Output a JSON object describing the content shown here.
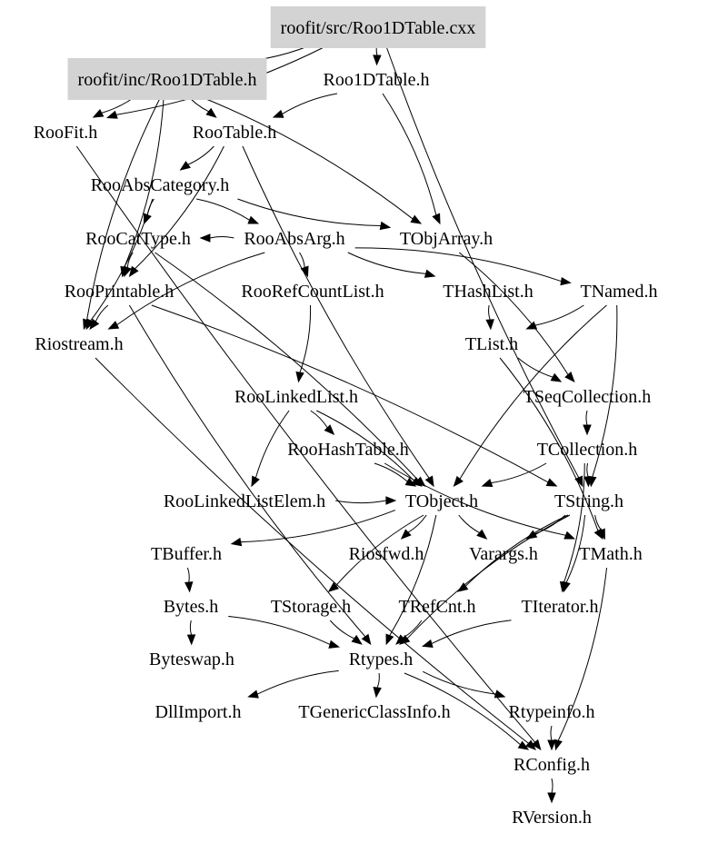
{
  "diagram": {
    "type": "include-dependency-graph",
    "root": "roofit/src/Roo1DTable.cxx",
    "nodes": [
      {
        "id": "src",
        "label": "roofit/src/Roo1DTable.cxx",
        "highlighted": true
      },
      {
        "id": "inc",
        "label": "roofit/inc/Roo1DTable.h",
        "highlighted": true
      },
      {
        "id": "roo1dtable",
        "label": "Roo1DTable.h"
      },
      {
        "id": "roofit",
        "label": "RooFit.h"
      },
      {
        "id": "rootable",
        "label": "RooTable.h"
      },
      {
        "id": "rooabscategory",
        "label": "RooAbsCategory.h"
      },
      {
        "id": "roocattype",
        "label": "RooCatType.h"
      },
      {
        "id": "rooabsarg",
        "label": "RooAbsArg.h"
      },
      {
        "id": "tobjarray",
        "label": "TObjArray.h"
      },
      {
        "id": "rooprintable",
        "label": "RooPrintable.h"
      },
      {
        "id": "roorefcountlist",
        "label": "RooRefCountList.h"
      },
      {
        "id": "thashlist",
        "label": "THashList.h"
      },
      {
        "id": "tnamed",
        "label": "TNamed.h"
      },
      {
        "id": "riostream",
        "label": "Riostream.h"
      },
      {
        "id": "tlist",
        "label": "TList.h"
      },
      {
        "id": "roolinkedlist",
        "label": "RooLinkedList.h"
      },
      {
        "id": "tseqcollection",
        "label": "TSeqCollection.h"
      },
      {
        "id": "roohashtable",
        "label": "RooHashTable.h"
      },
      {
        "id": "tcollection",
        "label": "TCollection.h"
      },
      {
        "id": "roolinkedlistelem",
        "label": "RooLinkedListElem.h"
      },
      {
        "id": "tobject",
        "label": "TObject.h"
      },
      {
        "id": "tstring",
        "label": "TString.h"
      },
      {
        "id": "tbuffer",
        "label": "TBuffer.h"
      },
      {
        "id": "riosfwd",
        "label": "Riosfwd.h"
      },
      {
        "id": "varargs",
        "label": "Varargs.h"
      },
      {
        "id": "tmath",
        "label": "TMath.h"
      },
      {
        "id": "bytes",
        "label": "Bytes.h"
      },
      {
        "id": "tstorage",
        "label": "TStorage.h"
      },
      {
        "id": "trefcnt",
        "label": "TRefCnt.h"
      },
      {
        "id": "titerator",
        "label": "TIterator.h"
      },
      {
        "id": "byteswap",
        "label": "Byteswap.h"
      },
      {
        "id": "rtypes",
        "label": "Rtypes.h"
      },
      {
        "id": "dllimport",
        "label": "DllImport.h"
      },
      {
        "id": "tgenericclassinfo",
        "label": "TGenericClassInfo.h"
      },
      {
        "id": "rtypeinfo",
        "label": "Rtypeinfo.h"
      },
      {
        "id": "rconfig",
        "label": "RConfig.h"
      },
      {
        "id": "rversion",
        "label": "RVersion.h"
      }
    ],
    "edges": [
      {
        "from": "src",
        "to": "inc"
      },
      {
        "from": "src",
        "to": "roo1dtable"
      },
      {
        "from": "src",
        "to": "roofit"
      },
      {
        "from": "src",
        "to": "tstring"
      },
      {
        "from": "inc",
        "to": "roofit"
      },
      {
        "from": "inc",
        "to": "rootable"
      },
      {
        "from": "inc",
        "to": "rooprintable"
      },
      {
        "from": "inc",
        "to": "riostream"
      },
      {
        "from": "inc",
        "to": "tobjarray"
      },
      {
        "from": "roo1dtable",
        "to": "rootable"
      },
      {
        "from": "roo1dtable",
        "to": "tobjarray"
      },
      {
        "from": "roofit",
        "to": "rconfig"
      },
      {
        "from": "rootable",
        "to": "rooabscategory"
      },
      {
        "from": "rootable",
        "to": "tobject"
      },
      {
        "from": "rootable",
        "to": "rooprintable"
      },
      {
        "from": "rooabscategory",
        "to": "roocattype"
      },
      {
        "from": "rooabscategory",
        "to": "rooabsarg"
      },
      {
        "from": "rooabscategory",
        "to": "tobjarray"
      },
      {
        "from": "rooabscategory",
        "to": "riostream"
      },
      {
        "from": "roocattype",
        "to": "rooprintable"
      },
      {
        "from": "roocattype",
        "to": "tobject"
      },
      {
        "from": "rooabsarg",
        "to": "roocattype"
      },
      {
        "from": "rooabsarg",
        "to": "roorefcountlist"
      },
      {
        "from": "rooabsarg",
        "to": "thashlist"
      },
      {
        "from": "rooabsarg",
        "to": "tnamed"
      },
      {
        "from": "rooabsarg",
        "to": "riostream"
      },
      {
        "from": "tobjarray",
        "to": "tseqcollection"
      },
      {
        "from": "rooprintable",
        "to": "riostream"
      },
      {
        "from": "rooprintable",
        "to": "tstring"
      },
      {
        "from": "rooprintable",
        "to": "rtypes"
      },
      {
        "from": "roorefcountlist",
        "to": "roolinkedlist"
      },
      {
        "from": "thashlist",
        "to": "tlist"
      },
      {
        "from": "tnamed",
        "to": "tlist"
      },
      {
        "from": "tnamed",
        "to": "tobject"
      },
      {
        "from": "tnamed",
        "to": "tstring"
      },
      {
        "from": "tlist",
        "to": "tseqcollection"
      },
      {
        "from": "tlist",
        "to": "tmath"
      },
      {
        "from": "riostream",
        "to": "rconfig"
      },
      {
        "from": "roolinkedlist",
        "to": "roohashtable"
      },
      {
        "from": "roolinkedlist",
        "to": "roolinkedlistelem"
      },
      {
        "from": "roolinkedlist",
        "to": "tobject"
      },
      {
        "from": "tseqcollection",
        "to": "tcollection"
      },
      {
        "from": "roohashtable",
        "to": "tobject"
      },
      {
        "from": "roohashtable",
        "to": "tmath"
      },
      {
        "from": "tcollection",
        "to": "tobject"
      },
      {
        "from": "tcollection",
        "to": "tstring"
      },
      {
        "from": "tcollection",
        "to": "titerator"
      },
      {
        "from": "roolinkedlistelem",
        "to": "tobject"
      },
      {
        "from": "tobject",
        "to": "riosfwd"
      },
      {
        "from": "tobject",
        "to": "varargs"
      },
      {
        "from": "tobject",
        "to": "tbuffer"
      },
      {
        "from": "tobject",
        "to": "tstorage"
      },
      {
        "from": "tobject",
        "to": "rtypes"
      },
      {
        "from": "tstring",
        "to": "tmath"
      },
      {
        "from": "tstring",
        "to": "varargs"
      },
      {
        "from": "tstring",
        "to": "rtypes"
      },
      {
        "from": "tstring",
        "to": "titerator"
      },
      {
        "from": "tstring",
        "to": "trefcnt"
      },
      {
        "from": "tbuffer",
        "to": "bytes"
      },
      {
        "from": "bytes",
        "to": "byteswap"
      },
      {
        "from": "bytes",
        "to": "rtypes"
      },
      {
        "from": "tstorage",
        "to": "rtypes"
      },
      {
        "from": "trefcnt",
        "to": "rtypes"
      },
      {
        "from": "titerator",
        "to": "rtypes"
      },
      {
        "from": "tmath",
        "to": "rconfig"
      },
      {
        "from": "rtypes",
        "to": "dllimport"
      },
      {
        "from": "rtypes",
        "to": "tgenericclassinfo"
      },
      {
        "from": "rtypes",
        "to": "rtypeinfo"
      },
      {
        "from": "rtypes",
        "to": "rconfig"
      },
      {
        "from": "rtypeinfo",
        "to": "rconfig"
      },
      {
        "from": "rconfig",
        "to": "rversion"
      }
    ]
  }
}
